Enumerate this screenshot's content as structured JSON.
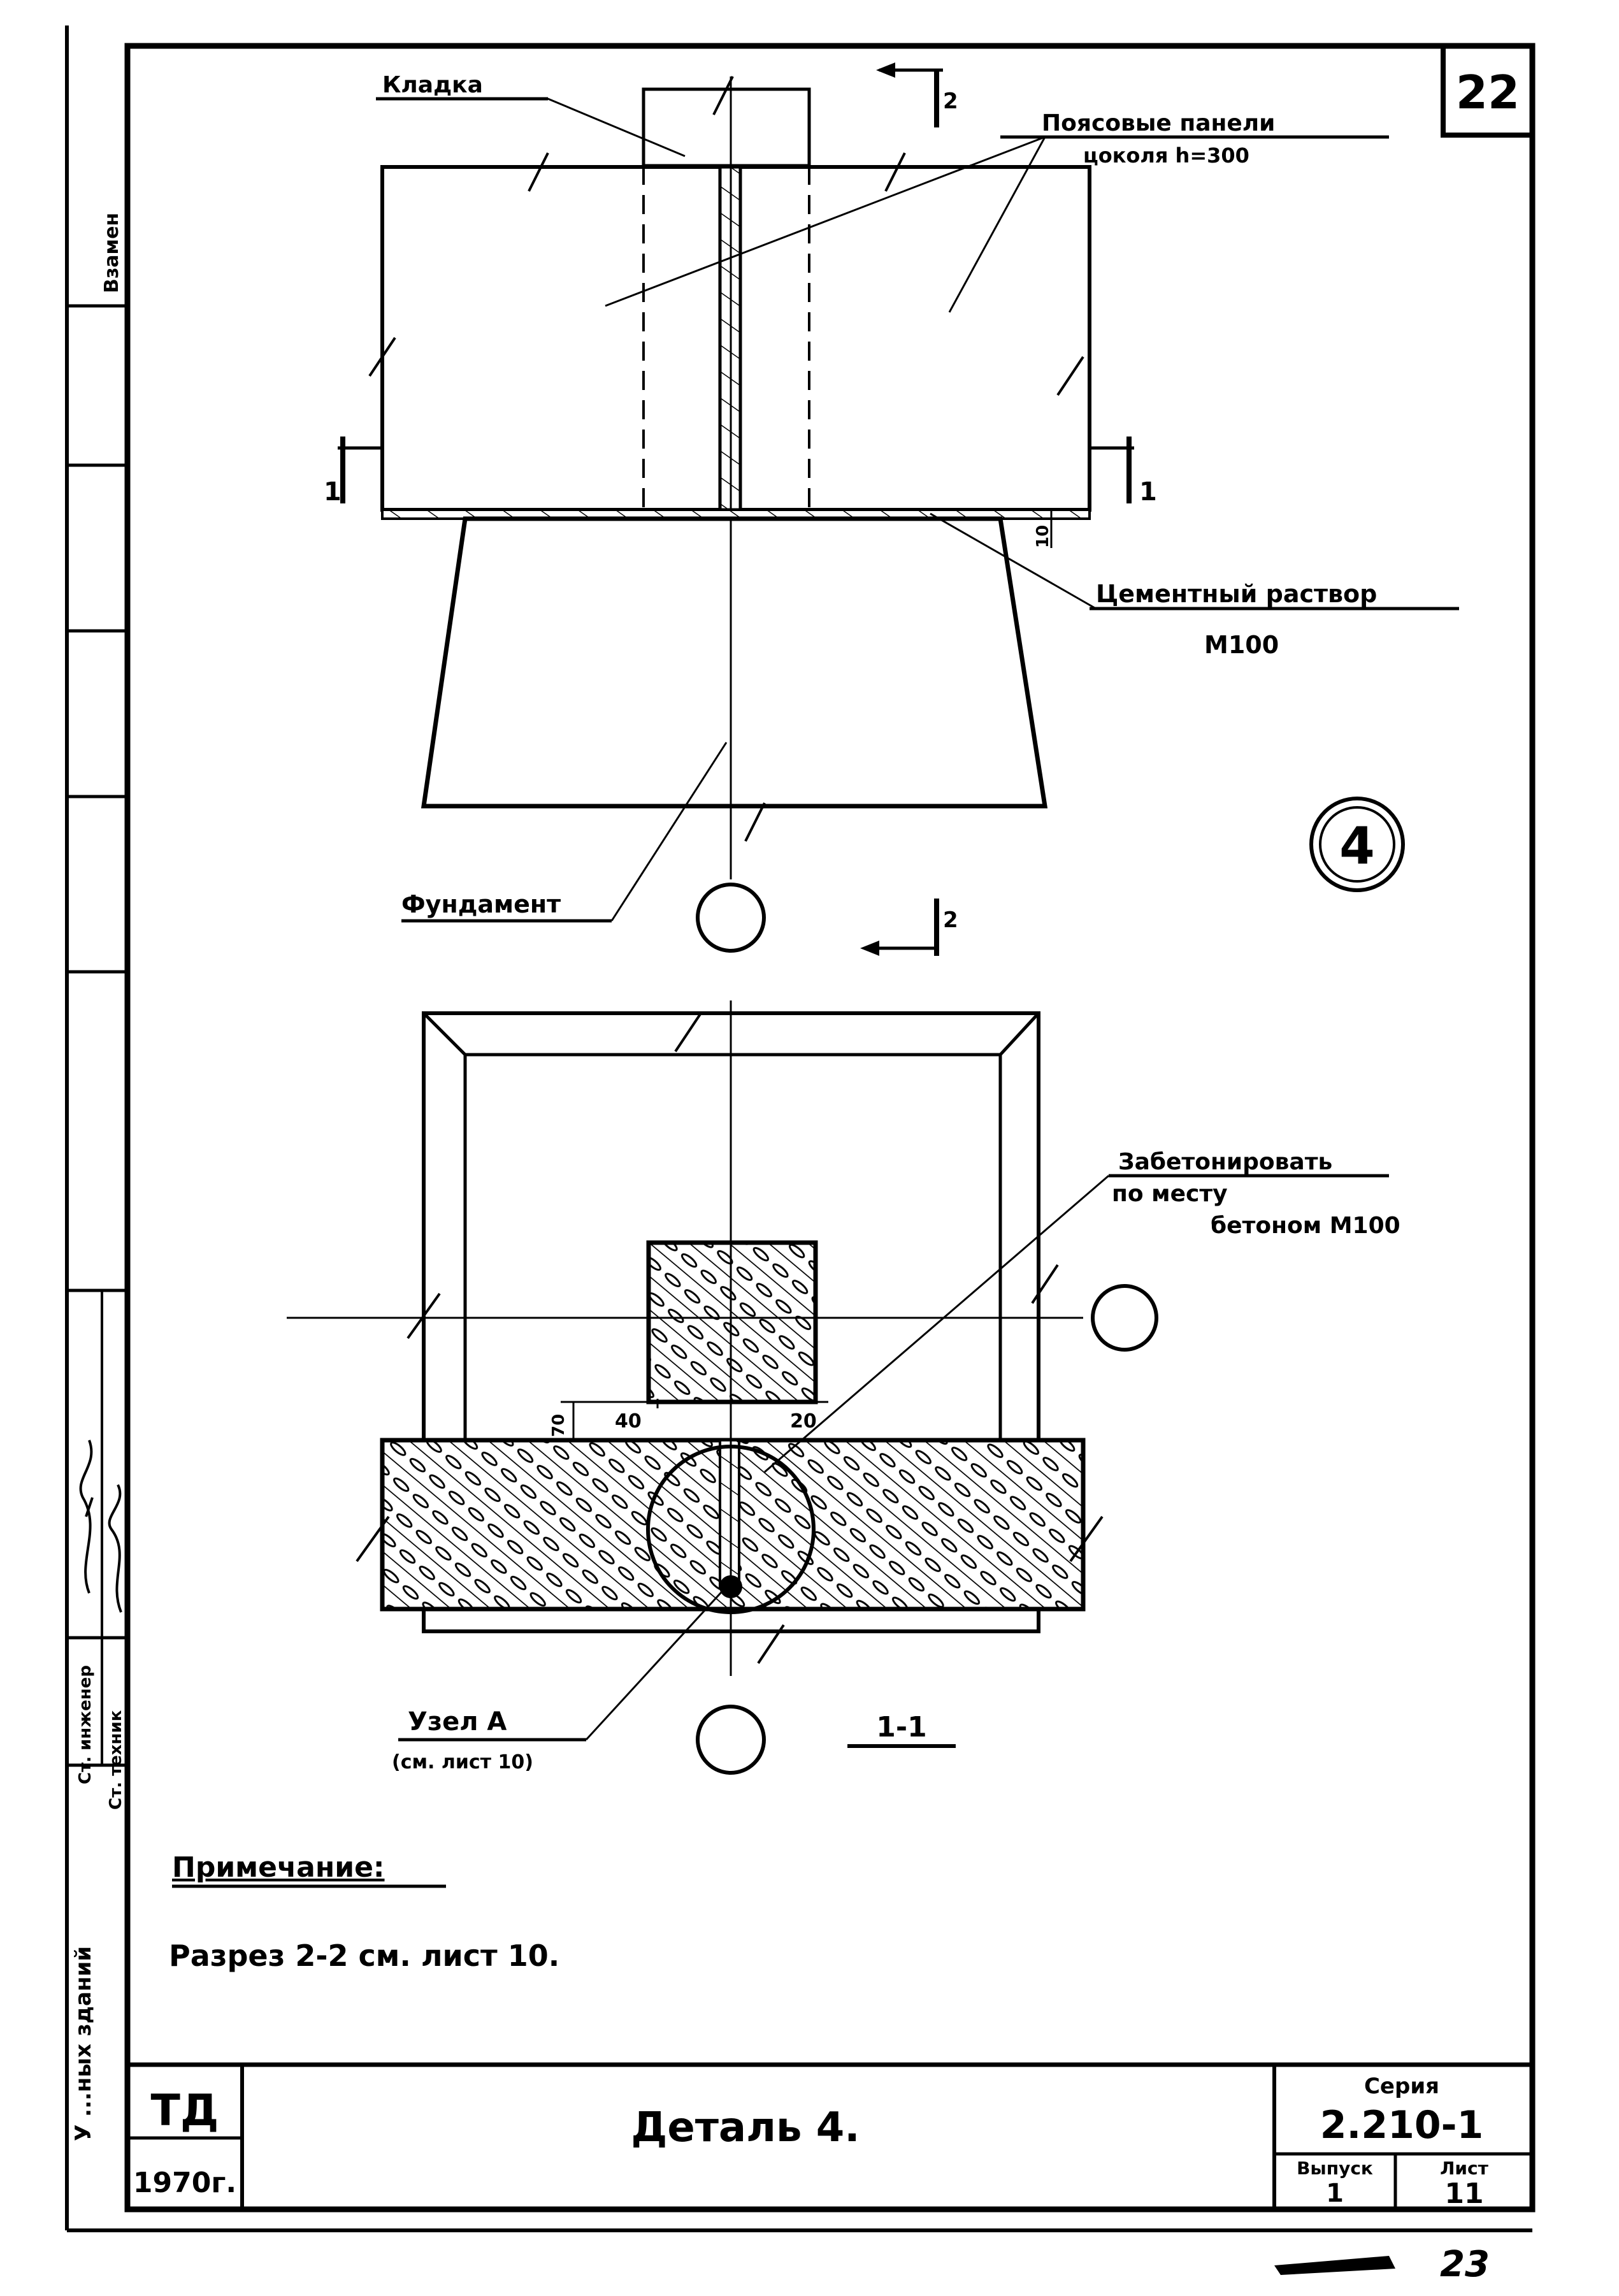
{
  "sheet": {
    "sheet_number": "22",
    "detail_circle_label": "4"
  },
  "labels": {
    "brickwork": "Кладка",
    "panels_line1": "Поясовые панели",
    "panels_line2": "цоколя h=300",
    "mortar_line1": "Цементный раствор",
    "mortar_line2": "М100",
    "foundation": "Фундамент",
    "concrete_line1": "Забетонировать",
    "concrete_line2": "по месту",
    "concrete_line3": "бетоном М100",
    "node_line1": "Узел А",
    "node_line2": "(см. лист 10)",
    "section_label": "1-1",
    "cut_11_left": "1",
    "cut_11_right": "1",
    "cut_22_top": "2",
    "cut_22_bottom": "2"
  },
  "dimensions": {
    "mortar_thickness": "10",
    "dim_left": "40",
    "dim_right": "20",
    "dim_height": "70"
  },
  "note": {
    "heading": "Примечание:",
    "text": "Разрез 2-2 см. лист 10."
  },
  "left_strip": {
    "vzamen": "Взамен",
    "engineer": "Ст. инженер",
    "technician": "Ст. техник",
    "signature1": "",
    "bottom_text": "У ...ных зданий"
  },
  "title_block": {
    "org": "ТД",
    "year": "1970г.",
    "title": "Деталь 4.",
    "series_label": "Серия",
    "series_value": "2.210-1",
    "issue_label": "Выпуск",
    "issue_value": "1",
    "sheet_label": "Лист",
    "sheet_value": "11"
  },
  "footer": {
    "stamp_text": "23"
  }
}
